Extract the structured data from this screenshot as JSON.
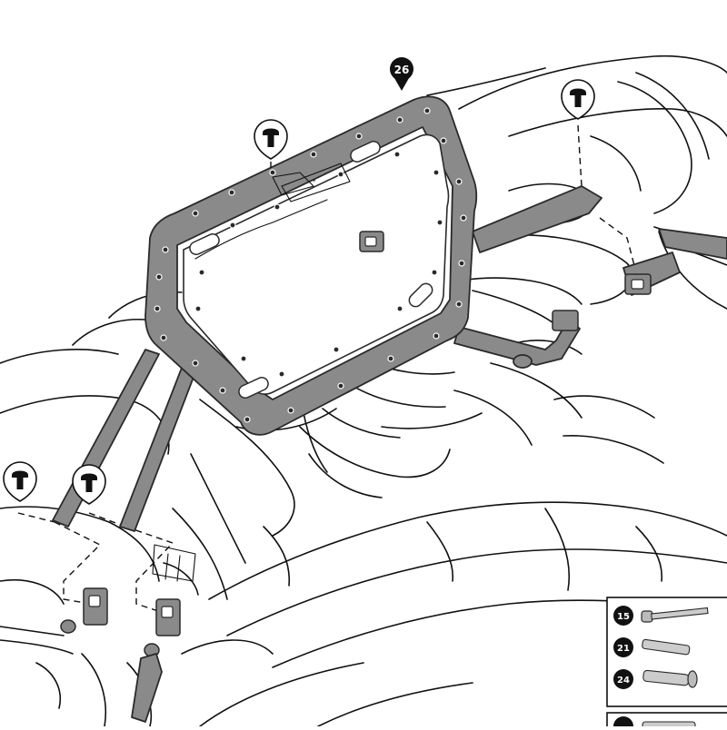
{
  "colors": {
    "part_fill": "#8a8a8a",
    "part_stroke": "#2a2a2a",
    "line": "#111111",
    "callout": "#111111",
    "background": "#ffffff"
  },
  "callout": {
    "label": "26",
    "icon": "callout-marker"
  },
  "screw_icons": [
    "screw-icon",
    "screw-icon",
    "screw-icon",
    "screw-icon"
  ],
  "parts_legend": {
    "rows": [
      {
        "label": "15",
        "icon": "long-bolt-icon"
      },
      {
        "label": "21",
        "icon": "medium-bolt-icon"
      },
      {
        "label": "24",
        "icon": "short-bolt-icon"
      }
    ]
  }
}
